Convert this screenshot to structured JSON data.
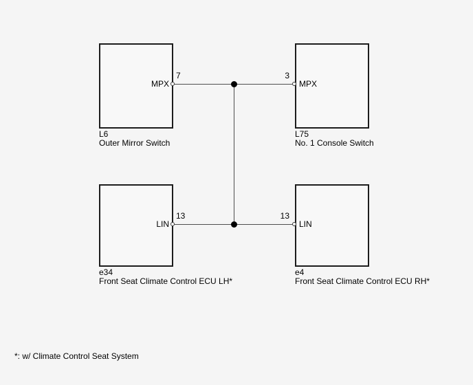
{
  "diagram": {
    "title": "wiring-connection-diagram",
    "components": [
      {
        "code": "L6",
        "name": "Outer Mirror Switch",
        "pin": "7",
        "signal": "MPX"
      },
      {
        "code": "L75",
        "name": "No. 1 Console Switch",
        "pin": "3",
        "signal": "MPX"
      },
      {
        "code": "e34",
        "name": "Front Seat Climate Control ECU LH*",
        "pin": "13",
        "signal": "LIN"
      },
      {
        "code": "e4",
        "name": "Front Seat Climate Control ECU RH*",
        "pin": "13",
        "signal": "LIN"
      }
    ],
    "footnote": "*: w/ Climate Control Seat System",
    "colors": {
      "background": "#f5f5f5",
      "box_border": "#1c1c1c",
      "wire": "#4d4d4d",
      "junction_dot": "#000000",
      "terminal_fill": "#fdfdfd",
      "text": "#000000"
    }
  }
}
